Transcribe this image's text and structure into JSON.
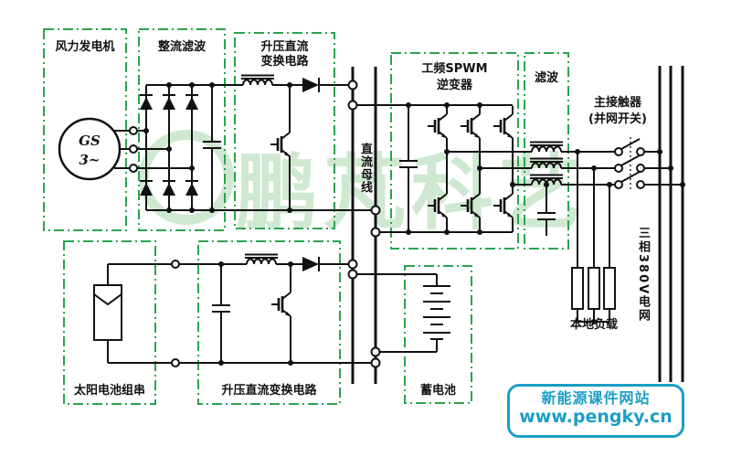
{
  "labels": {
    "wind": "风力发电机",
    "rectifier": "整流滤波",
    "boost_top_l1": "升压直流",
    "boost_top_l2": "变换电路",
    "inverter_l1": "工频SPWM",
    "inverter_l2": "逆变器",
    "filter": "滤波",
    "contactor_l1": "主接触器",
    "contactor_l2": "(并网开关)",
    "grid": "三相380V电网",
    "dc_bus": "直流母线",
    "solar": "太阳电池组串",
    "boost_bottom": "升压直流变换电路",
    "battery": "蓄电池",
    "local_load": "本地负载",
    "generator_gs": "GS",
    "generator_phase": "3~"
  },
  "watermark": {
    "text": "鹏芃科艺"
  },
  "badge": {
    "line1": "新能源课件网站",
    "line2": "www.pengky.cn"
  },
  "colors": {
    "box_green": "#2aa34f",
    "badge_cyan": "#1b9ec6",
    "wire_black": "#111111",
    "watermark_green": "rgba(168,214,170,0.55)"
  }
}
